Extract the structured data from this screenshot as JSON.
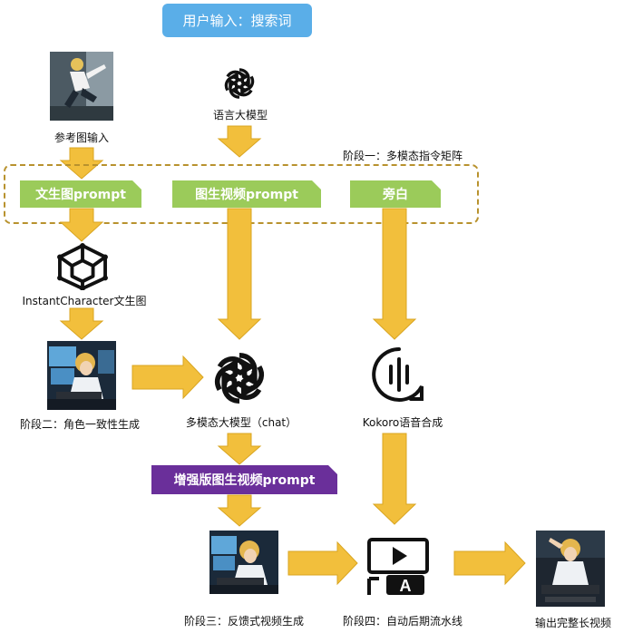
{
  "top_input": "用户输入：搜索词",
  "llm_label": "语言大模型",
  "ref_label": "参考图输入",
  "stage1_label": "阶段一：多模态指令矩阵",
  "prompts": {
    "t2i": "文生图prompt",
    "i2v": "图生视频prompt",
    "narration": "旁白"
  },
  "instantcharacter_label": "InstantCharacter文生图",
  "stage2_label": "阶段二：角色一致性生成",
  "multimodal_label": "多模态大模型（chat）",
  "kokoro_label": "Kokoro语音合成",
  "enhanced_prompt": "增强版图生视频prompt",
  "stage3_label": "阶段三：反馈式视频生成",
  "stage4_label": "阶段四：自动后期流水线",
  "output_label": "输出完整长视频",
  "colors": {
    "arrow": "#F2BF3C",
    "blue": "#5AAEE8",
    "green": "#9BCB5A",
    "purple": "#6A2F9A",
    "dashed": "#B8922E"
  },
  "icons": [
    "openai-icon",
    "cube-icon",
    "voice-icon",
    "video-editor-icon"
  ]
}
